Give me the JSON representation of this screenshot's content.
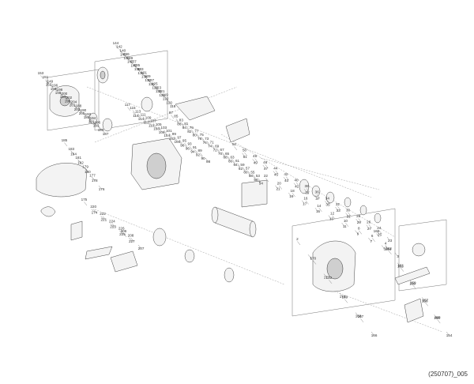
{
  "diagram": {
    "document_code": "(250707)_005",
    "part_labels": [
      "144",
      "143",
      "142",
      "141",
      "140",
      "147",
      "146",
      "145",
      "139",
      "138",
      "137",
      "136",
      "135",
      "134",
      "133",
      "132",
      "131",
      "130",
      "129",
      "128",
      "127",
      "126",
      "125",
      "124",
      "123",
      "122",
      "121",
      "120",
      "119",
      "118",
      "117",
      "116",
      "115",
      "114",
      "113",
      "112",
      "111",
      "110",
      "109",
      "108",
      "107",
      "106",
      "105",
      "104",
      "103",
      "102",
      "101",
      "100",
      "99",
      "98",
      "97",
      "96",
      "95",
      "94",
      "93",
      "92",
      "91",
      "90",
      "89",
      "88",
      "87",
      "86",
      "85",
      "84",
      "83",
      "82",
      "81",
      "80",
      "79",
      "78",
      "77",
      "76",
      "75",
      "74",
      "73",
      "72",
      "71",
      "70",
      "69",
      "68",
      "67",
      "66",
      "65",
      "64",
      "63",
      "62",
      "61",
      "60",
      "59",
      "58",
      "57",
      "56",
      "55",
      "54",
      "53",
      "52",
      "51",
      "50",
      "49",
      "48",
      "47",
      "46",
      "45",
      "44",
      "43",
      "42",
      "41",
      "40",
      "39",
      "38",
      "37",
      "36",
      "35",
      "34",
      "33",
      "32",
      "31",
      "30",
      "29",
      "28",
      "27",
      "26",
      "25",
      "24",
      "23",
      "22",
      "21",
      "20",
      "19",
      "18",
      "17",
      "16",
      "15",
      "14",
      "13",
      "12",
      "11",
      "10",
      "9",
      "8",
      "7",
      "6",
      "5",
      "4",
      "3",
      "2",
      "1",
      "170",
      "171",
      "172",
      "173",
      "169",
      "168",
      "167",
      "166",
      "165",
      "164",
      "163",
      "162",
      "161",
      "160",
      "159",
      "158",
      "157",
      "156",
      "155",
      "154",
      "153",
      "152",
      "151",
      "150",
      "149",
      "148",
      "196",
      "197",
      "198",
      "199",
      "200",
      "201",
      "202",
      "203",
      "204",
      "205",
      "188",
      "189",
      "190",
      "191",
      "192",
      "193",
      "194",
      "195",
      "186",
      "187",
      "185",
      "184",
      "183",
      "182",
      "181",
      "180",
      "179",
      "178",
      "177",
      "176",
      "175",
      "174",
      "220",
      "221",
      "222",
      "223",
      "224",
      "225",
      "226",
      "227",
      "208",
      "207",
      "206"
    ]
  }
}
